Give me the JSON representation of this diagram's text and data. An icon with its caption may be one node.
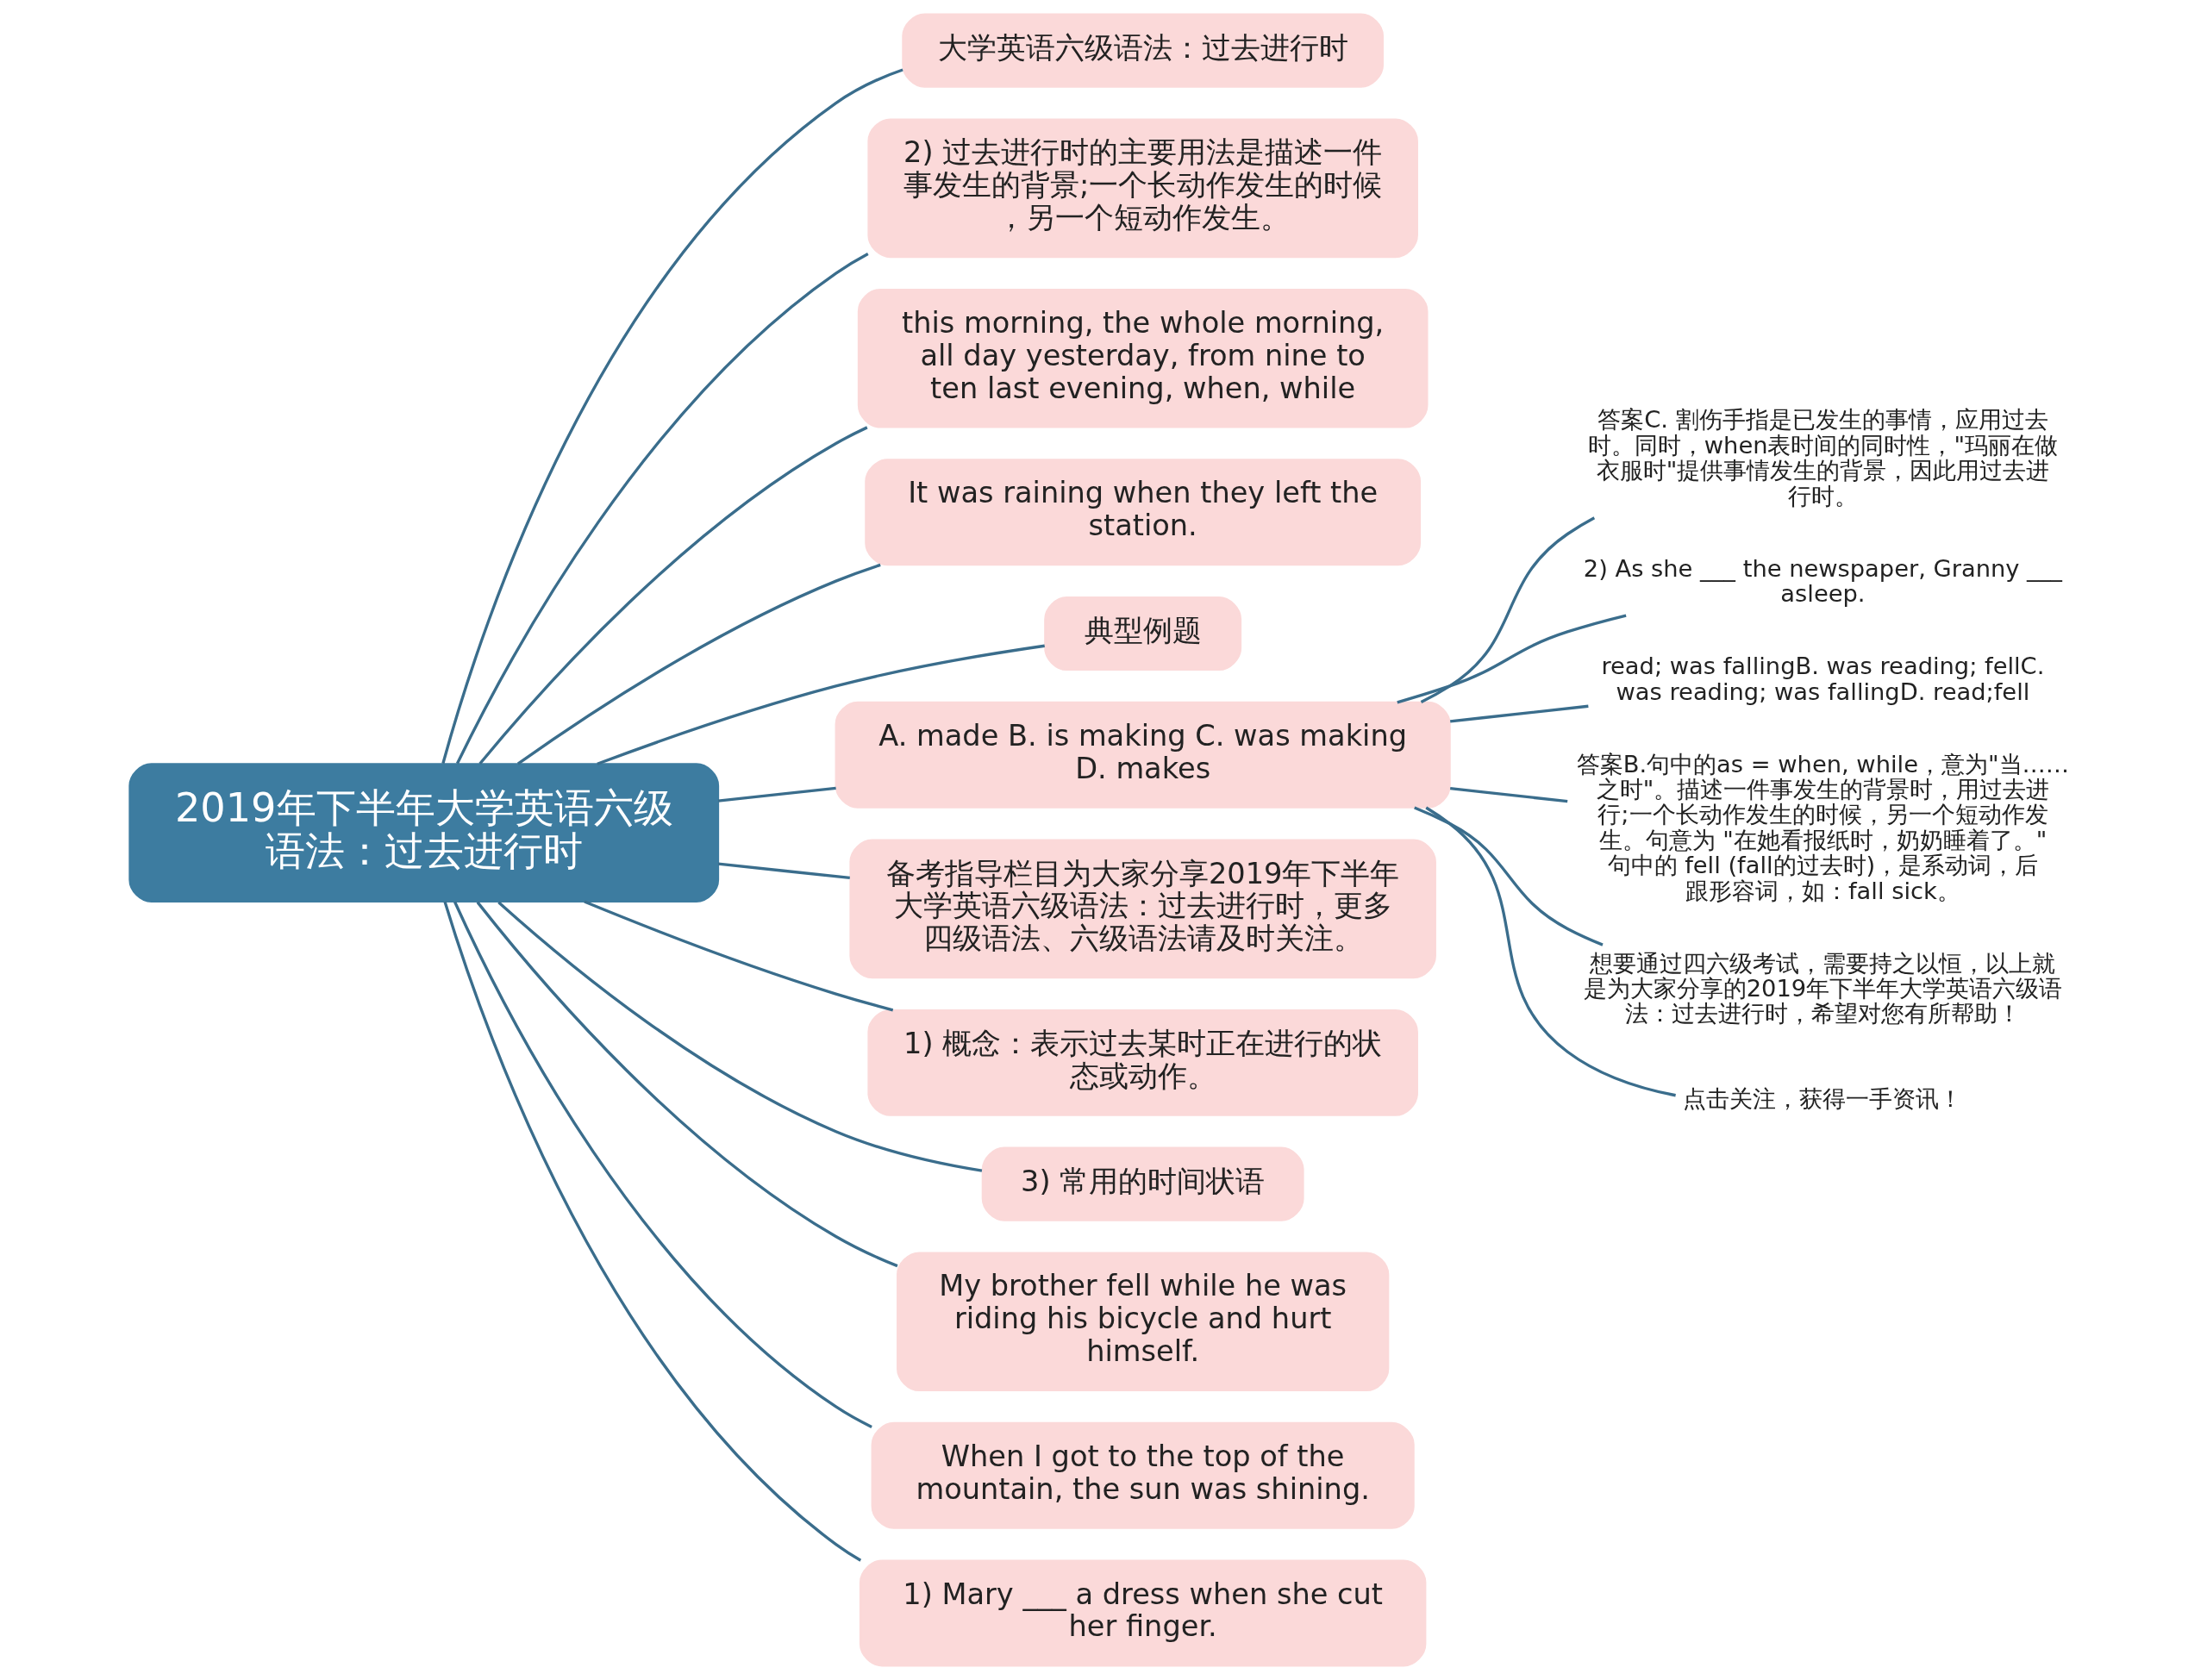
{
  "diagram": {
    "nodes": [
      {
        "text": [
          "2019年下半年大学英语六级语法：过去进行时"
        ]
      },
      {
        "text": [
          "大学英语六级语法：过去进行时"
        ]
      },
      {
        "text": [
          "2) 过去进行时的主要用法是描述一件事发生的背景;一个长动作发生的时候，另一个短动作发生。"
        ]
      },
      {
        "text": [
          "this morning, the whole morning, all day yesterday, from nine to ten last evening, when, while"
        ]
      },
      {
        "text": [
          "It was raining when they left the station."
        ]
      },
      {
        "text": [
          "典型例题"
        ]
      },
      {
        "text": [
          "A. made B. is making C. was making D. makes"
        ]
      },
      {
        "text": [
          "备考指导栏目为大家分享2019年下半年大学英语六级语法：过去进行时，更多四级语法、六级语法请及时关注。"
        ]
      },
      {
        "text": [
          "1) 概念：表示过去某时正在进行的状态或动作。"
        ]
      },
      {
        "text": [
          "3) 常用的时间状语"
        ]
      },
      {
        "text": [
          "My brother fell while he was riding his bicycle and hurt himself."
        ]
      },
      {
        "text": [
          "When I got to the top of the mountain, the sun was shining."
        ]
      },
      {
        "text": [
          "1) Mary ___ a dress when she cut her finger."
        ]
      },
      {
        "text": [
          "答案C. 割伤手指是已发生的事情，应用过去时。同时，when表时间的同时性，\"玛丽在做衣服时\"提供事情发生的背景，因此用过去进行时。"
        ]
      },
      {
        "text": [
          "2) As she ___ the newspaper, Granny ___ asleep."
        ]
      },
      {
        "text": [
          "read; was fallingB. was reading; fellC. was reading; was fallingD. read;fell"
        ]
      },
      {
        "text": [
          "答案B.句中的as = when, while，意为\"当……之时\"。描述一件事发生的背景时，用过去进行;一个长动作发生的时候，另一个短动作发生。句意为 \"在她看报纸时，奶奶睡着了。\" 句中的 fell (fall的过去时)，是系动词，后跟形容词，如：fall sick。"
        ]
      },
      {
        "text": [
          "想要通过四六级考试，需要持之以恒，以上就是为大家分享的2019年下半年大学英语六级语法：过去进行时，希望对您有所帮助！"
        ]
      },
      {
        "text": [
          "点击关注，获得一手资讯！"
        ]
      }
    ],
    "edges": [
      {
        "from": 0,
        "to": 1,
        "arrow": "none"
      },
      {
        "from": 0,
        "to": 2,
        "arrow": "none"
      },
      {
        "from": 0,
        "to": 3,
        "arrow": "none"
      },
      {
        "from": 0,
        "to": 4,
        "arrow": "none"
      },
      {
        "from": 0,
        "to": 5,
        "arrow": "none"
      },
      {
        "from": 0,
        "to": 6,
        "arrow": "none"
      },
      {
        "from": 0,
        "to": 7,
        "arrow": "none"
      },
      {
        "from": 0,
        "to": 8,
        "arrow": "none"
      },
      {
        "from": 0,
        "to": 9,
        "arrow": "none"
      },
      {
        "from": 0,
        "to": 10,
        "arrow": "none"
      },
      {
        "from": 0,
        "to": 11,
        "arrow": "none"
      },
      {
        "from": 0,
        "to": 12,
        "arrow": "none"
      },
      {
        "from": 6,
        "to": 13,
        "arrow": "none"
      },
      {
        "from": 6,
        "to": 14,
        "arrow": "none"
      },
      {
        "from": 6,
        "to": 15,
        "arrow": "none"
      },
      {
        "from": 6,
        "to": 16,
        "arrow": "none"
      },
      {
        "from": 6,
        "to": 17,
        "arrow": "none"
      },
      {
        "from": 6,
        "to": 18,
        "arrow": "none"
      }
    ]
  }
}
